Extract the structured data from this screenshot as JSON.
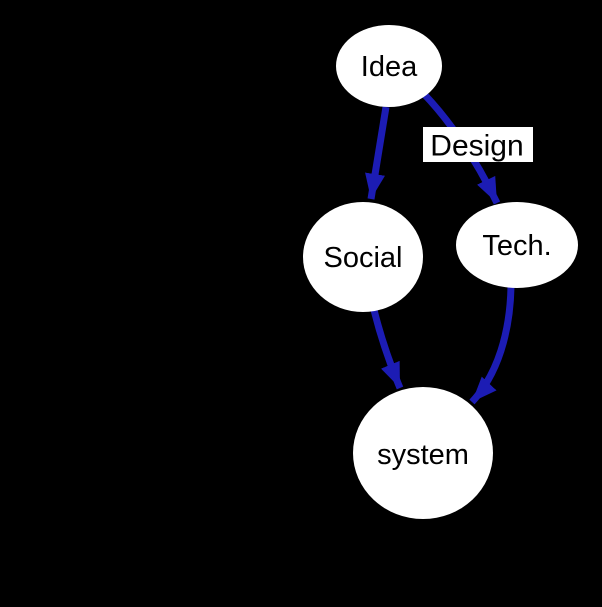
{
  "diagram": {
    "type": "directed-graph",
    "background_color": "#000000",
    "node_fill_color": "#ffffff",
    "node_text_color": "#000000",
    "edge_color": "#1c1cb4",
    "edge_label_background": "#ffffff",
    "nodes": [
      {
        "id": "idea",
        "label": "Idea"
      },
      {
        "id": "social",
        "label": "Social"
      },
      {
        "id": "tech",
        "label": "Tech."
      },
      {
        "id": "system",
        "label": "system"
      }
    ],
    "edges": [
      {
        "from": "idea",
        "to": "social",
        "label": ""
      },
      {
        "from": "idea",
        "to": "tech",
        "label": "Design"
      },
      {
        "from": "social",
        "to": "system",
        "label": ""
      },
      {
        "from": "tech",
        "to": "system",
        "label": ""
      }
    ]
  }
}
